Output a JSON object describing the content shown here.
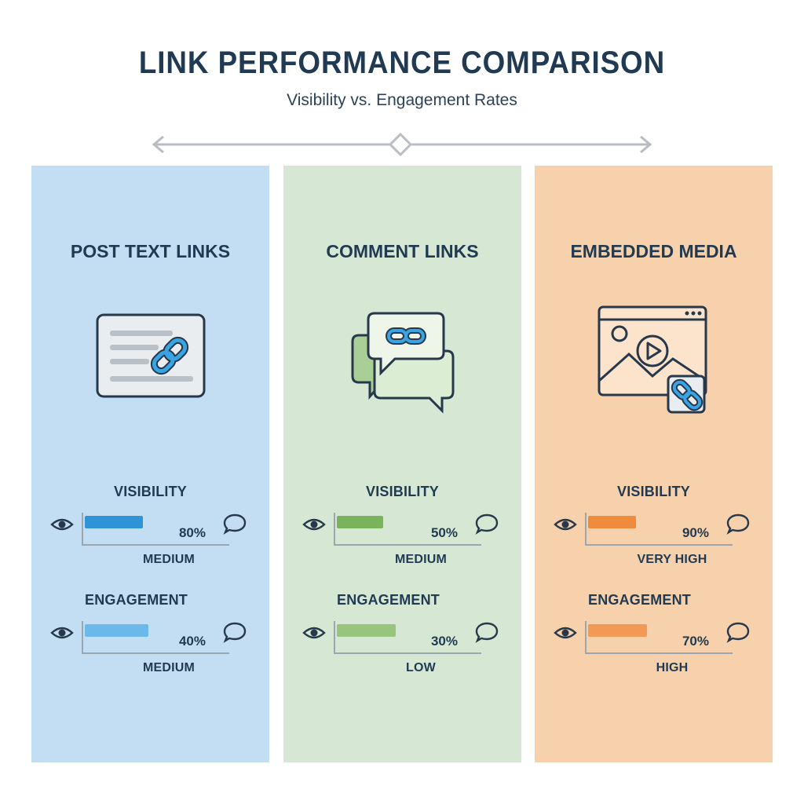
{
  "header": {
    "title": "LINK PERFORMANCE COMPARISON",
    "subtitle": "Visibility vs. Engagement Rates"
  },
  "colors": {
    "text": "#1f3a52",
    "divider": "#b9bec4"
  },
  "columns": [
    {
      "title": "POST TEXT LINKS",
      "icon": "document-link-icon",
      "bg": "#c3def2",
      "bar": "#2f93d8",
      "bar2": "#6bb9ea",
      "metrics": [
        {
          "label": "VISIBILITY",
          "percent": "80%",
          "fraction": 0.4,
          "level": "MEDIUM"
        },
        {
          "label": "ENGAGEMENT",
          "percent": "40%",
          "fraction": 0.44,
          "level": "MEDIUM"
        }
      ]
    },
    {
      "title": "COMMENT LINKS",
      "icon": "chat-link-icon",
      "bg": "#d6e8d3",
      "bar": "#79b35b",
      "bar2": "#98c57e",
      "metrics": [
        {
          "label": "VISIBILITY",
          "percent": "50%",
          "fraction": 0.32,
          "level": "MEDIUM"
        },
        {
          "label": "ENGAGEMENT",
          "percent": "30%",
          "fraction": 0.41,
          "level": "LOW"
        }
      ]
    },
    {
      "title": "EMBEDDED MEDIA",
      "icon": "media-link-icon",
      "bg": "#f7d0ac",
      "bar": "#f08a3c",
      "bar2": "#f29a55",
      "metrics": [
        {
          "label": "VISIBILITY",
          "percent": "90%",
          "fraction": 0.33,
          "level": "VERY HIGH"
        },
        {
          "label": "ENGAGEMENT",
          "percent": "70%",
          "fraction": 0.41,
          "level": "HIGH"
        }
      ]
    }
  ]
}
